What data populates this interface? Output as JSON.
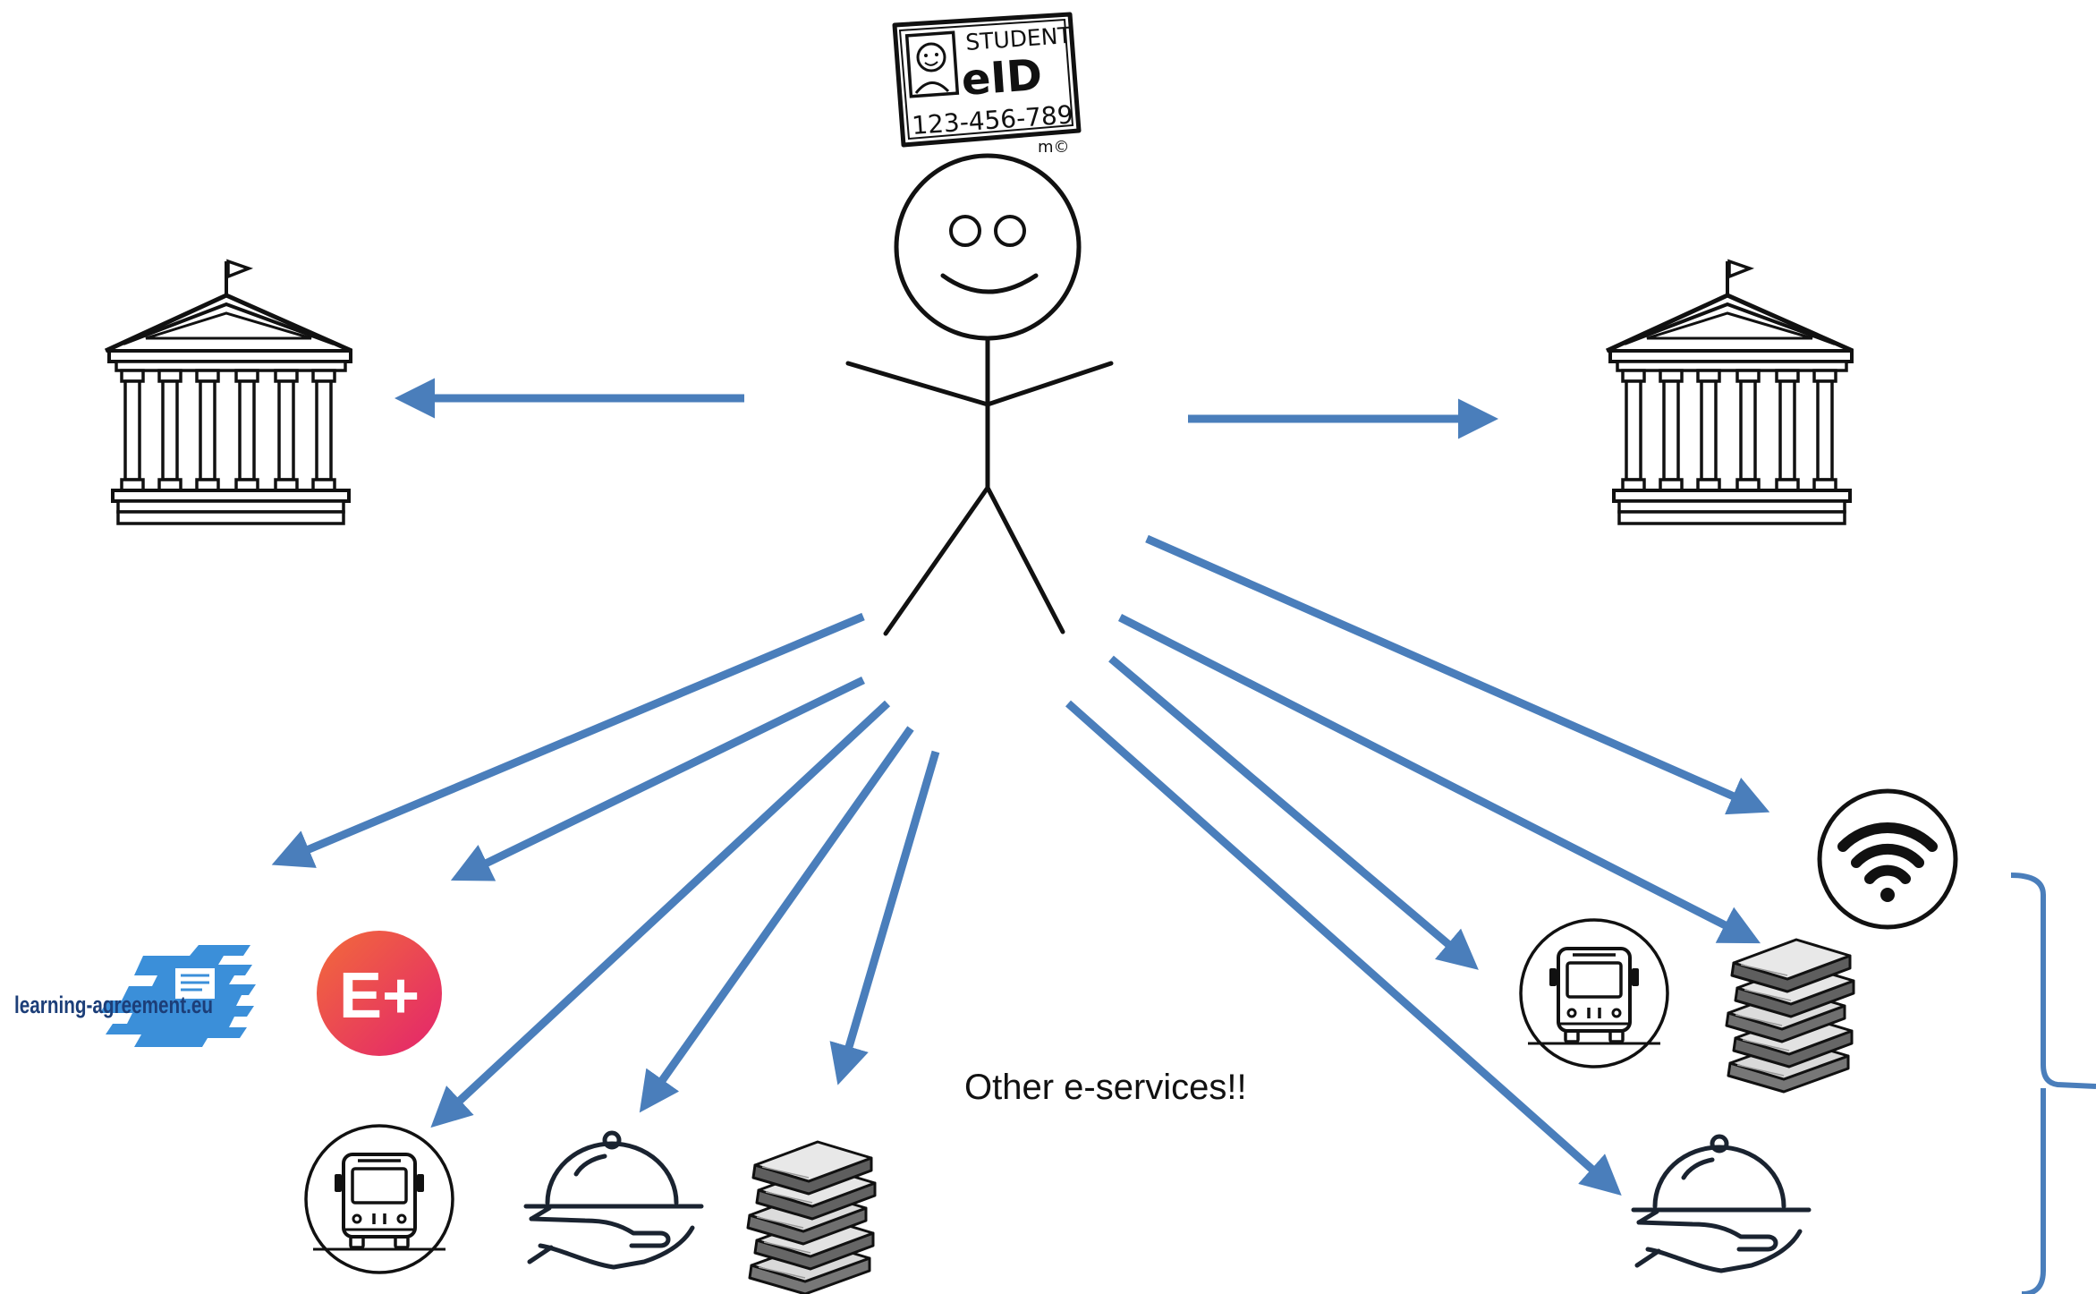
{
  "id_card": {
    "title": "STUDENT",
    "eid": "eID",
    "number": "123-456-789",
    "signature": "m©"
  },
  "services_text": "Other e-services!!",
  "logos": {
    "learning_agreement": "learning-agreement.eu",
    "erasmus": "E+"
  },
  "colors": {
    "arrow": "#4a7ebb",
    "erasmus_start": "#f26b3a",
    "erasmus_end": "#e3246d",
    "la_logo": "#3b8fd9",
    "ink": "#111111"
  },
  "icons": [
    "university-building-icon",
    "bus-icon",
    "food-service-icon",
    "books-icon",
    "wifi-icon",
    "stick-figure-student"
  ]
}
